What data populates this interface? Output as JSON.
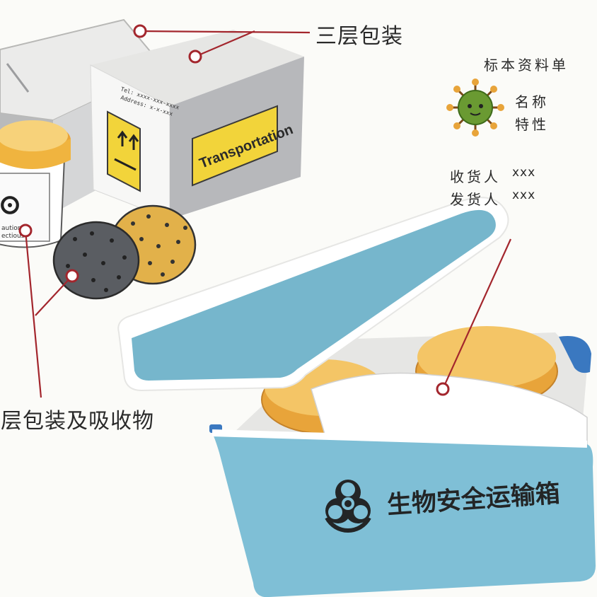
{
  "colors": {
    "box_blue": "#7fbfd6",
    "lid_blue": "#76b6cc",
    "white": "#ffffff",
    "orange": "#e8a43a",
    "dark_grey": "#5a5d62",
    "tan": "#e2b14a",
    "marker_red": "#a3262d",
    "cardboard": "#c8c9cb",
    "label_yellow": "#f2d43a"
  },
  "labels": {
    "triple_packaging": "三层包装",
    "secondary_packaging": "二层包装及吸收物",
    "specimen_sheet_title": "标本资料单",
    "sheet_name": "名称",
    "sheet_property": "特性",
    "consignee": "收货人",
    "consignee_value": "xxx",
    "shipper": "发货人",
    "shipper_value": "xxx"
  },
  "box": {
    "transportation": "Transportation",
    "tel": "Tel: xxxx-xxx-xxxx",
    "address": "Address: x-x-xxx"
  },
  "jar": {
    "caution_line1": "aution",
    "caution_line2": "ectious"
  },
  "biobox": {
    "title": "生物安全运输箱"
  },
  "icons": [
    "biohazard-icon",
    "this-way-up-icon",
    "virus-icon",
    "callout-marker-icon"
  ]
}
